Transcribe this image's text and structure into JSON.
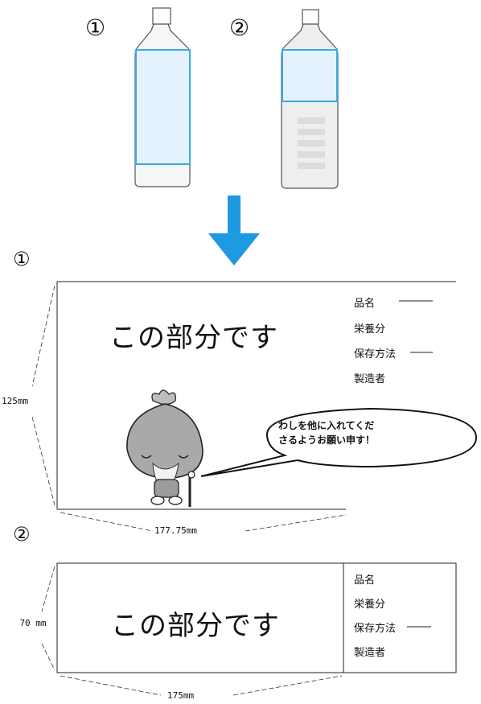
{
  "top": {
    "bottle1_marker": "①",
    "bottle2_marker": "②"
  },
  "label1": {
    "marker": "①",
    "main_text": "この部分です",
    "fields": [
      "品名",
      "栄養分",
      "保存方法",
      "製造者"
    ],
    "height_dim": "125mm",
    "width_dim": "177.75mm",
    "speech": [
      "わしを他に入れてくだ",
      "さるようお願い申す！"
    ]
  },
  "label2": {
    "marker": "②",
    "main_text": "この部分です",
    "fields": [
      "品名",
      "栄養分",
      "保存方法",
      "製造者"
    ],
    "height_dim": "70 mm",
    "width_dim": "175mm"
  },
  "colors": {
    "bottle_label": "#e3f2fc",
    "bottle_outline": "#3aa9e6",
    "arrow": "#1e9ae0"
  }
}
